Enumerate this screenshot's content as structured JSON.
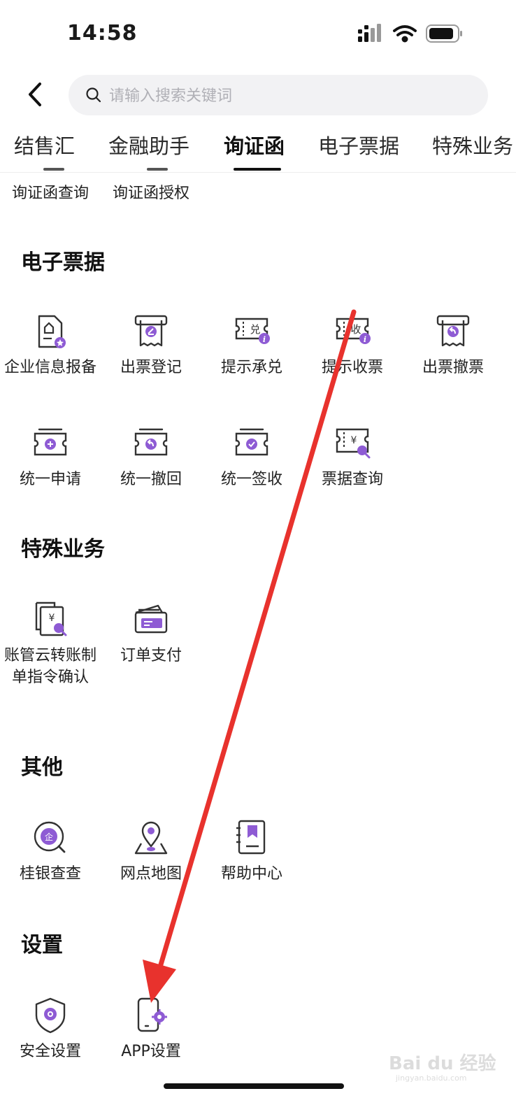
{
  "status": {
    "time": "14:58"
  },
  "search": {
    "placeholder": "请输入搜索关键词"
  },
  "tabs": [
    "结售汇",
    "金融助手",
    "询证函",
    "电子票据",
    "特殊业务"
  ],
  "active_tab": "询证函",
  "partial_row": [
    "询证函查询",
    "询证函授权"
  ],
  "sections": {
    "e_bill": {
      "title": "电子票据",
      "items": [
        "企业信息报备",
        "出票登记",
        "提示承兑",
        "提示收票",
        "出票撤票",
        "统一申请",
        "统一撤回",
        "统一签收",
        "票据查询"
      ]
    },
    "special": {
      "title": "特殊业务",
      "items": [
        "账管云转账制单指令确认",
        "订单支付"
      ]
    },
    "other": {
      "title": "其他",
      "items": [
        "桂银查查",
        "网点地图",
        "帮助中心"
      ]
    },
    "settings": {
      "title": "设置",
      "items": [
        "安全设置",
        "APP设置"
      ]
    }
  },
  "icon_text": {
    "accept": "兑",
    "receive": "收",
    "yen": "¥",
    "enterprise": "企"
  },
  "watermark": {
    "text": "Bai du 经验",
    "sub": "jingyan.baidu.com"
  },
  "colors": {
    "accent": "#8e5bd4",
    "arrow": "#e8322d"
  }
}
